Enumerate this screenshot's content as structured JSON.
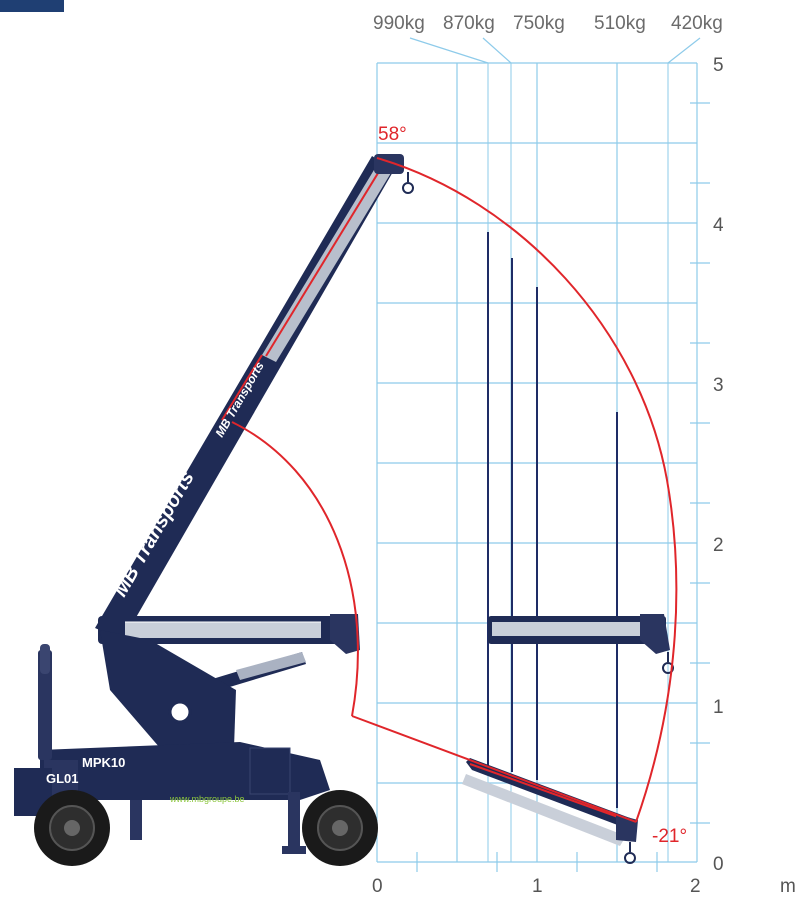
{
  "load_labels": [
    "990kg",
    "870kg",
    "750kg",
    "510kg",
    "420kg"
  ],
  "y_ticks": [
    "0",
    "1",
    "2",
    "3",
    "4",
    "5"
  ],
  "x_ticks": [
    "0",
    "1",
    "2"
  ],
  "x_unit": "m",
  "max_angle": "58°",
  "min_angle": "-21°",
  "model": "MPK10",
  "unit_code": "GL01",
  "website": "www.mbgroupe.be",
  "brand_upper": "MB Transports",
  "brand_lower": "MB Transports",
  "colors": {
    "grid": "#8ecbea",
    "envelope": "#e0262b",
    "crane_body": "#1f2b55",
    "load_line": "#1e2c66",
    "text": "#6b6b6b",
    "corner_block": "#1f3f73"
  }
}
